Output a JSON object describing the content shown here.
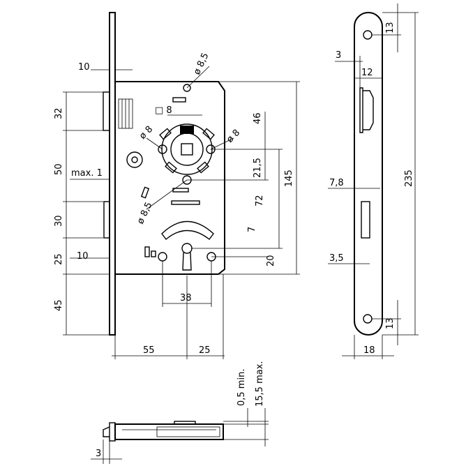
{
  "dimensions": {
    "front_width_10_top": "10",
    "dia_8_5_top": "ø 8,5",
    "square_8": "□ 8",
    "dia_8_left": "ø 8",
    "dia_8_right": "ø 8",
    "height_46": "46",
    "height_21_5": "21,5",
    "height_72": "72",
    "height_145": "145",
    "latch_32": "32",
    "dist_50": "50",
    "max_1": "max. 1",
    "bolt_30": "30",
    "dist_25": "25",
    "front_width_10_bottom": "10",
    "dia_8_5_bottom": "ø 8,5",
    "dist_7": "7",
    "dist_20": "20",
    "dist_38": "38",
    "bottom_45": "45",
    "backset_55": "55",
    "case_25": "25",
    "side_3_top": "3",
    "side_12": "12",
    "side_235": "235",
    "side_13_top": "13",
    "side_7_8": "7,8",
    "side_3_5": "3,5",
    "side_13_bottom": "13",
    "side_18": "18",
    "bottom_0_5_min": "0,5 min.",
    "bottom_15_5_max": "15,5 max.",
    "bottom_3": "3"
  }
}
